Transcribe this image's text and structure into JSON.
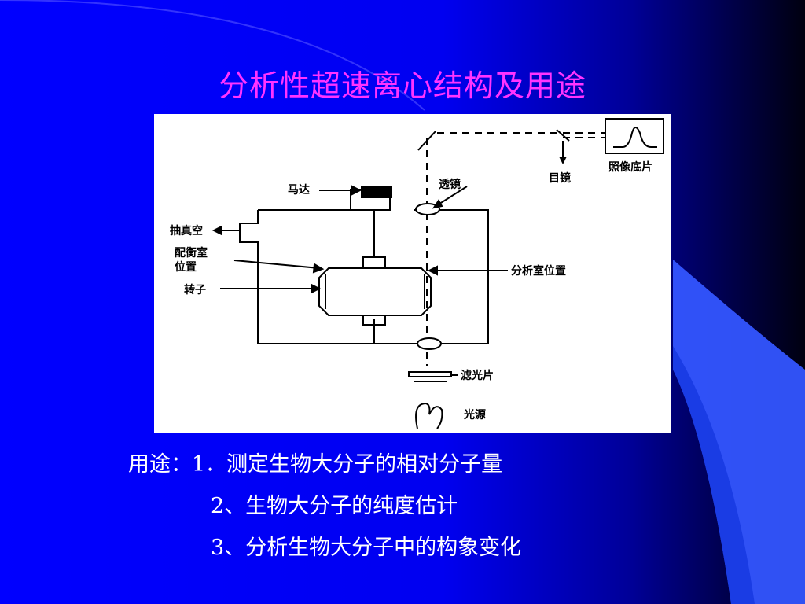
{
  "slide": {
    "title": "分析性超速离心结构及用途"
  },
  "diagram": {
    "labels": {
      "motor": "马达",
      "lens": "透镜",
      "vacuum": "抽真空",
      "balance_position": "配衡室\n位置",
      "rotor": "转子",
      "eyepiece": "目镜",
      "photo_film": "照像底片",
      "cell_position": "分析室位置",
      "filter": "滤光片",
      "light_source": "光源"
    }
  },
  "uses": {
    "line1": "用途：1．测定生物大分子的相对分子量",
    "line2": "2、生物大分子的纯度估计",
    "line3": "3、分析生物大分子中的构象变化"
  },
  "colors": {
    "background": "#0000ff",
    "title": "#ff33ff",
    "text": "#ffffff"
  }
}
